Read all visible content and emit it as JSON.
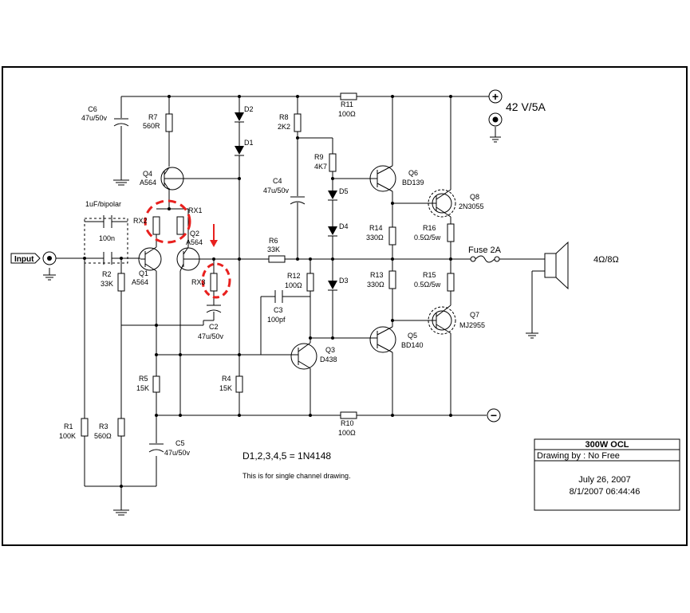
{
  "title_block": {
    "title": "300W OCL",
    "drawing_by": "Drawing by : No Free",
    "date1": "July 26, 2007",
    "date2": "8/1/2007 06:44:46"
  },
  "supply": {
    "positive_label": "42 V/5A",
    "plus_sign": "+",
    "minus_sign": "−"
  },
  "speaker": {
    "label": "4Ω/8Ω"
  },
  "fuse": {
    "label": "Fuse 2A"
  },
  "input": {
    "label": "Input"
  },
  "notes": {
    "diodes": "D1,2,3,4,5  = 1N4148",
    "single_channel": "This is for single channel drawing."
  },
  "components": {
    "C6": {
      "ref": "C6",
      "val": "47u/50v"
    },
    "R7": {
      "ref": "R7",
      "val": "560R"
    },
    "D2": {
      "ref": "D2"
    },
    "D1": {
      "ref": "D1"
    },
    "R8": {
      "ref": "R8",
      "val": "2K2"
    },
    "R11": {
      "ref": "R11",
      "val": "100Ω"
    },
    "R9": {
      "ref": "R9",
      "val": "4K7"
    },
    "Q4": {
      "ref": "Q4",
      "val": "A564"
    },
    "C4": {
      "ref": "C4",
      "val": "47u/50v"
    },
    "D5": {
      "ref": "D5"
    },
    "Q6": {
      "ref": "Q6",
      "val": "BD139"
    },
    "Q8": {
      "ref": "Q8",
      "val": "2N3055"
    },
    "C_bp": {
      "val": "1uF/bipolar",
      "val2": "100n"
    },
    "RX2": {
      "ref": "RX2"
    },
    "RX1": {
      "ref": "RX1"
    },
    "Q2": {
      "ref": "Q2",
      "val": "A564"
    },
    "D4": {
      "ref": "D4"
    },
    "R14": {
      "ref": "R14",
      "val": "330Ω"
    },
    "R16": {
      "ref": "R16",
      "val": "0.5Ω/5w"
    },
    "R6": {
      "ref": "R6",
      "val": "33K"
    },
    "Q1": {
      "ref": "Q1",
      "val": "A564"
    },
    "R2": {
      "ref": "R2",
      "val": "33K"
    },
    "RX3": {
      "ref": "RX3"
    },
    "R12": {
      "ref": "R12",
      "val": "100Ω"
    },
    "D3": {
      "ref": "D3"
    },
    "R13": {
      "ref": "R13",
      "val": "330Ω"
    },
    "R15": {
      "ref": "R15",
      "val": "0.5Ω/5w"
    },
    "C3": {
      "ref": "C3",
      "val": "100pf"
    },
    "C2": {
      "ref": "C2",
      "val": "47u/50v"
    },
    "Q7": {
      "ref": "Q7",
      "val": "MJ2955"
    },
    "Q5": {
      "ref": "Q5",
      "val": "BD140"
    },
    "Q3": {
      "ref": "Q3",
      "val": "D438"
    },
    "R5": {
      "ref": "R5",
      "val": "15K"
    },
    "R4": {
      "ref": "R4",
      "val": "15K"
    },
    "R10": {
      "ref": "R10",
      "val": "100Ω"
    },
    "R1": {
      "ref": "R1",
      "val": "100K"
    },
    "R3": {
      "ref": "R3",
      "val": "560Ω"
    },
    "C5": {
      "ref": "C5",
      "val": "47u/50v"
    }
  },
  "colors": {
    "annotation": "#e8201e",
    "line": "#000000"
  }
}
